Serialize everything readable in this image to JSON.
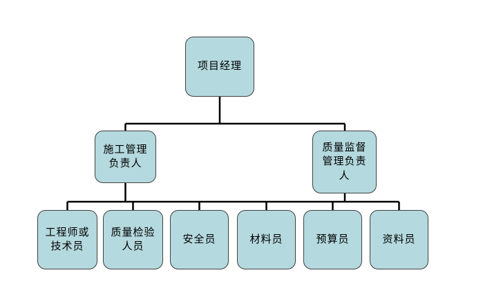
{
  "diagram": {
    "type": "org-chart",
    "colors": {
      "node_fill": "#b4d9de",
      "node_border": "#3f3f3f",
      "connector_line": "#000000",
      "background": "#ffffff"
    },
    "nodes": {
      "project_manager": {
        "label": "项目经理",
        "level": 1
      },
      "construction_manager": {
        "label": "施工管理负责人",
        "level": 2
      },
      "quality_supervision_manager": {
        "label": "质量监督管理负责人",
        "level": 2
      },
      "engineer_or_technician": {
        "label": "工程师或技术员",
        "level": 3
      },
      "quality_inspector": {
        "label": "质量检验人员",
        "level": 3
      },
      "safety_officer": {
        "label": "安全员",
        "level": 3
      },
      "material_officer": {
        "label": "材料员",
        "level": 3
      },
      "budget_officer": {
        "label": "预算员",
        "level": 3
      },
      "document_officer": {
        "label": "资料员",
        "level": 3
      }
    },
    "edges": [
      [
        "project_manager",
        "construction_manager"
      ],
      [
        "project_manager",
        "quality_supervision_manager"
      ],
      [
        "construction_manager",
        "engineer_or_technician"
      ],
      [
        "construction_manager",
        "quality_inspector"
      ],
      [
        "construction_manager",
        "safety_officer"
      ],
      [
        "quality_supervision_manager",
        "material_officer"
      ],
      [
        "quality_supervision_manager",
        "budget_officer"
      ],
      [
        "quality_supervision_manager",
        "document_officer"
      ]
    ]
  }
}
